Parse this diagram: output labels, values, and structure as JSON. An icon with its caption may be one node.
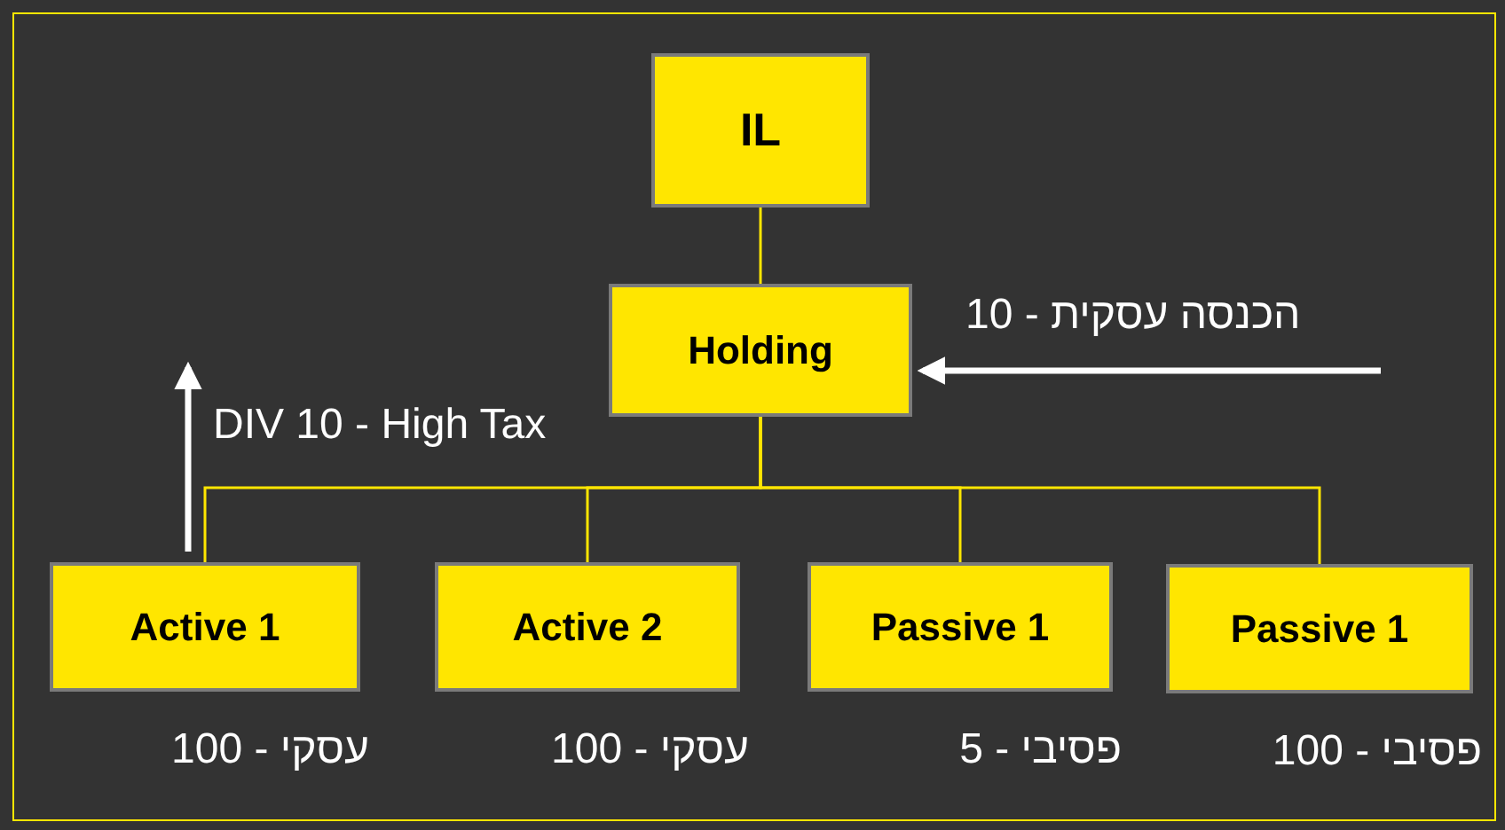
{
  "diagram": {
    "nodes": [
      {
        "text": [
          "IL"
        ]
      },
      {
        "text": [
          "Holding"
        ]
      },
      {
        "text": [
          "Active 1"
        ],
        "beside": [
          "עסקי - 100"
        ]
      },
      {
        "text": [
          "Active 2"
        ],
        "beside": [
          "עסקי - 100"
        ]
      },
      {
        "text": [
          "Passive 1"
        ],
        "beside": [
          "פסיבי - 5"
        ]
      },
      {
        "text": [
          "Passive 1"
        ],
        "beside": [
          "פסיבי - 100"
        ]
      }
    ],
    "edges": [
      {
        "from": 0,
        "to": 1,
        "arrow": "none"
      },
      {
        "from": 1,
        "to": 2,
        "arrow": "none"
      },
      {
        "from": 1,
        "to": 3,
        "arrow": "none"
      },
      {
        "from": 1,
        "to": 4,
        "arrow": "none"
      },
      {
        "from": 1,
        "to": 5,
        "arrow": "none"
      },
      {
        "from": null,
        "to": 1,
        "arrow": "to",
        "label": "הכנסה עסקית - 10",
        "style": "thick",
        "color": "#ffffff"
      },
      {
        "from": 2,
        "to": null,
        "arrow": "to",
        "label": "DIV 10 - High Tax",
        "style": "thick",
        "color": "#ffffff"
      }
    ]
  }
}
